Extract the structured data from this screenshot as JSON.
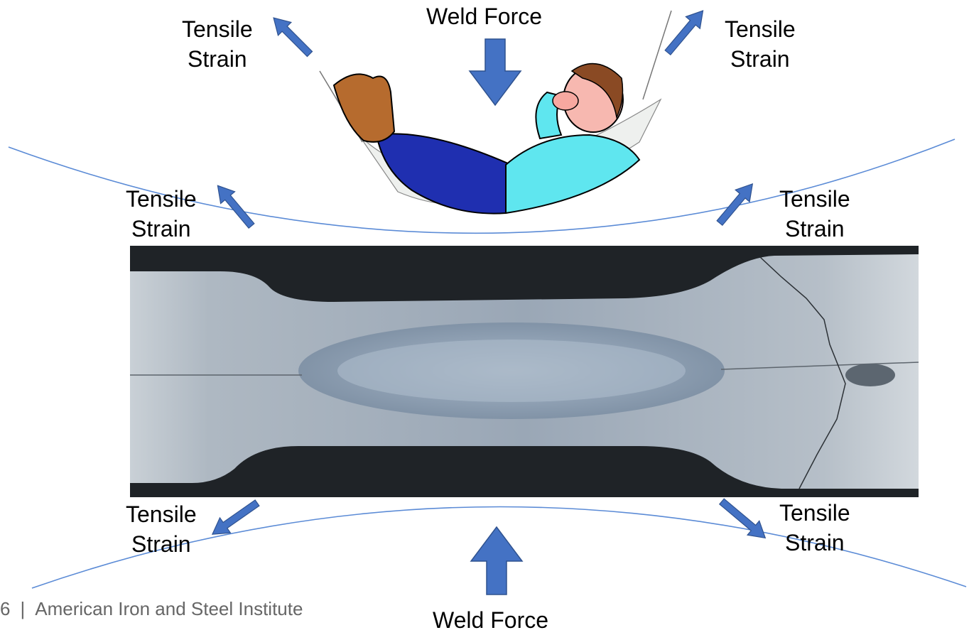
{
  "labels": {
    "weld_force_top": "Weld Force",
    "weld_force_bottom": "Weld Force",
    "tensile": [
      "Tensile",
      "Strain"
    ]
  },
  "footer": {
    "page_number": "6",
    "separator": "|",
    "organization": "American Iron and Steel Institute"
  },
  "colors": {
    "arrow_fill": "#4472C4",
    "arrow_stroke": "#2F528F",
    "curve": "#5B8BD6",
    "footer_text": "#666666"
  },
  "figures": {
    "cartoon": "man relaxing in hammock",
    "micrograph": "spot weld cross-section"
  }
}
